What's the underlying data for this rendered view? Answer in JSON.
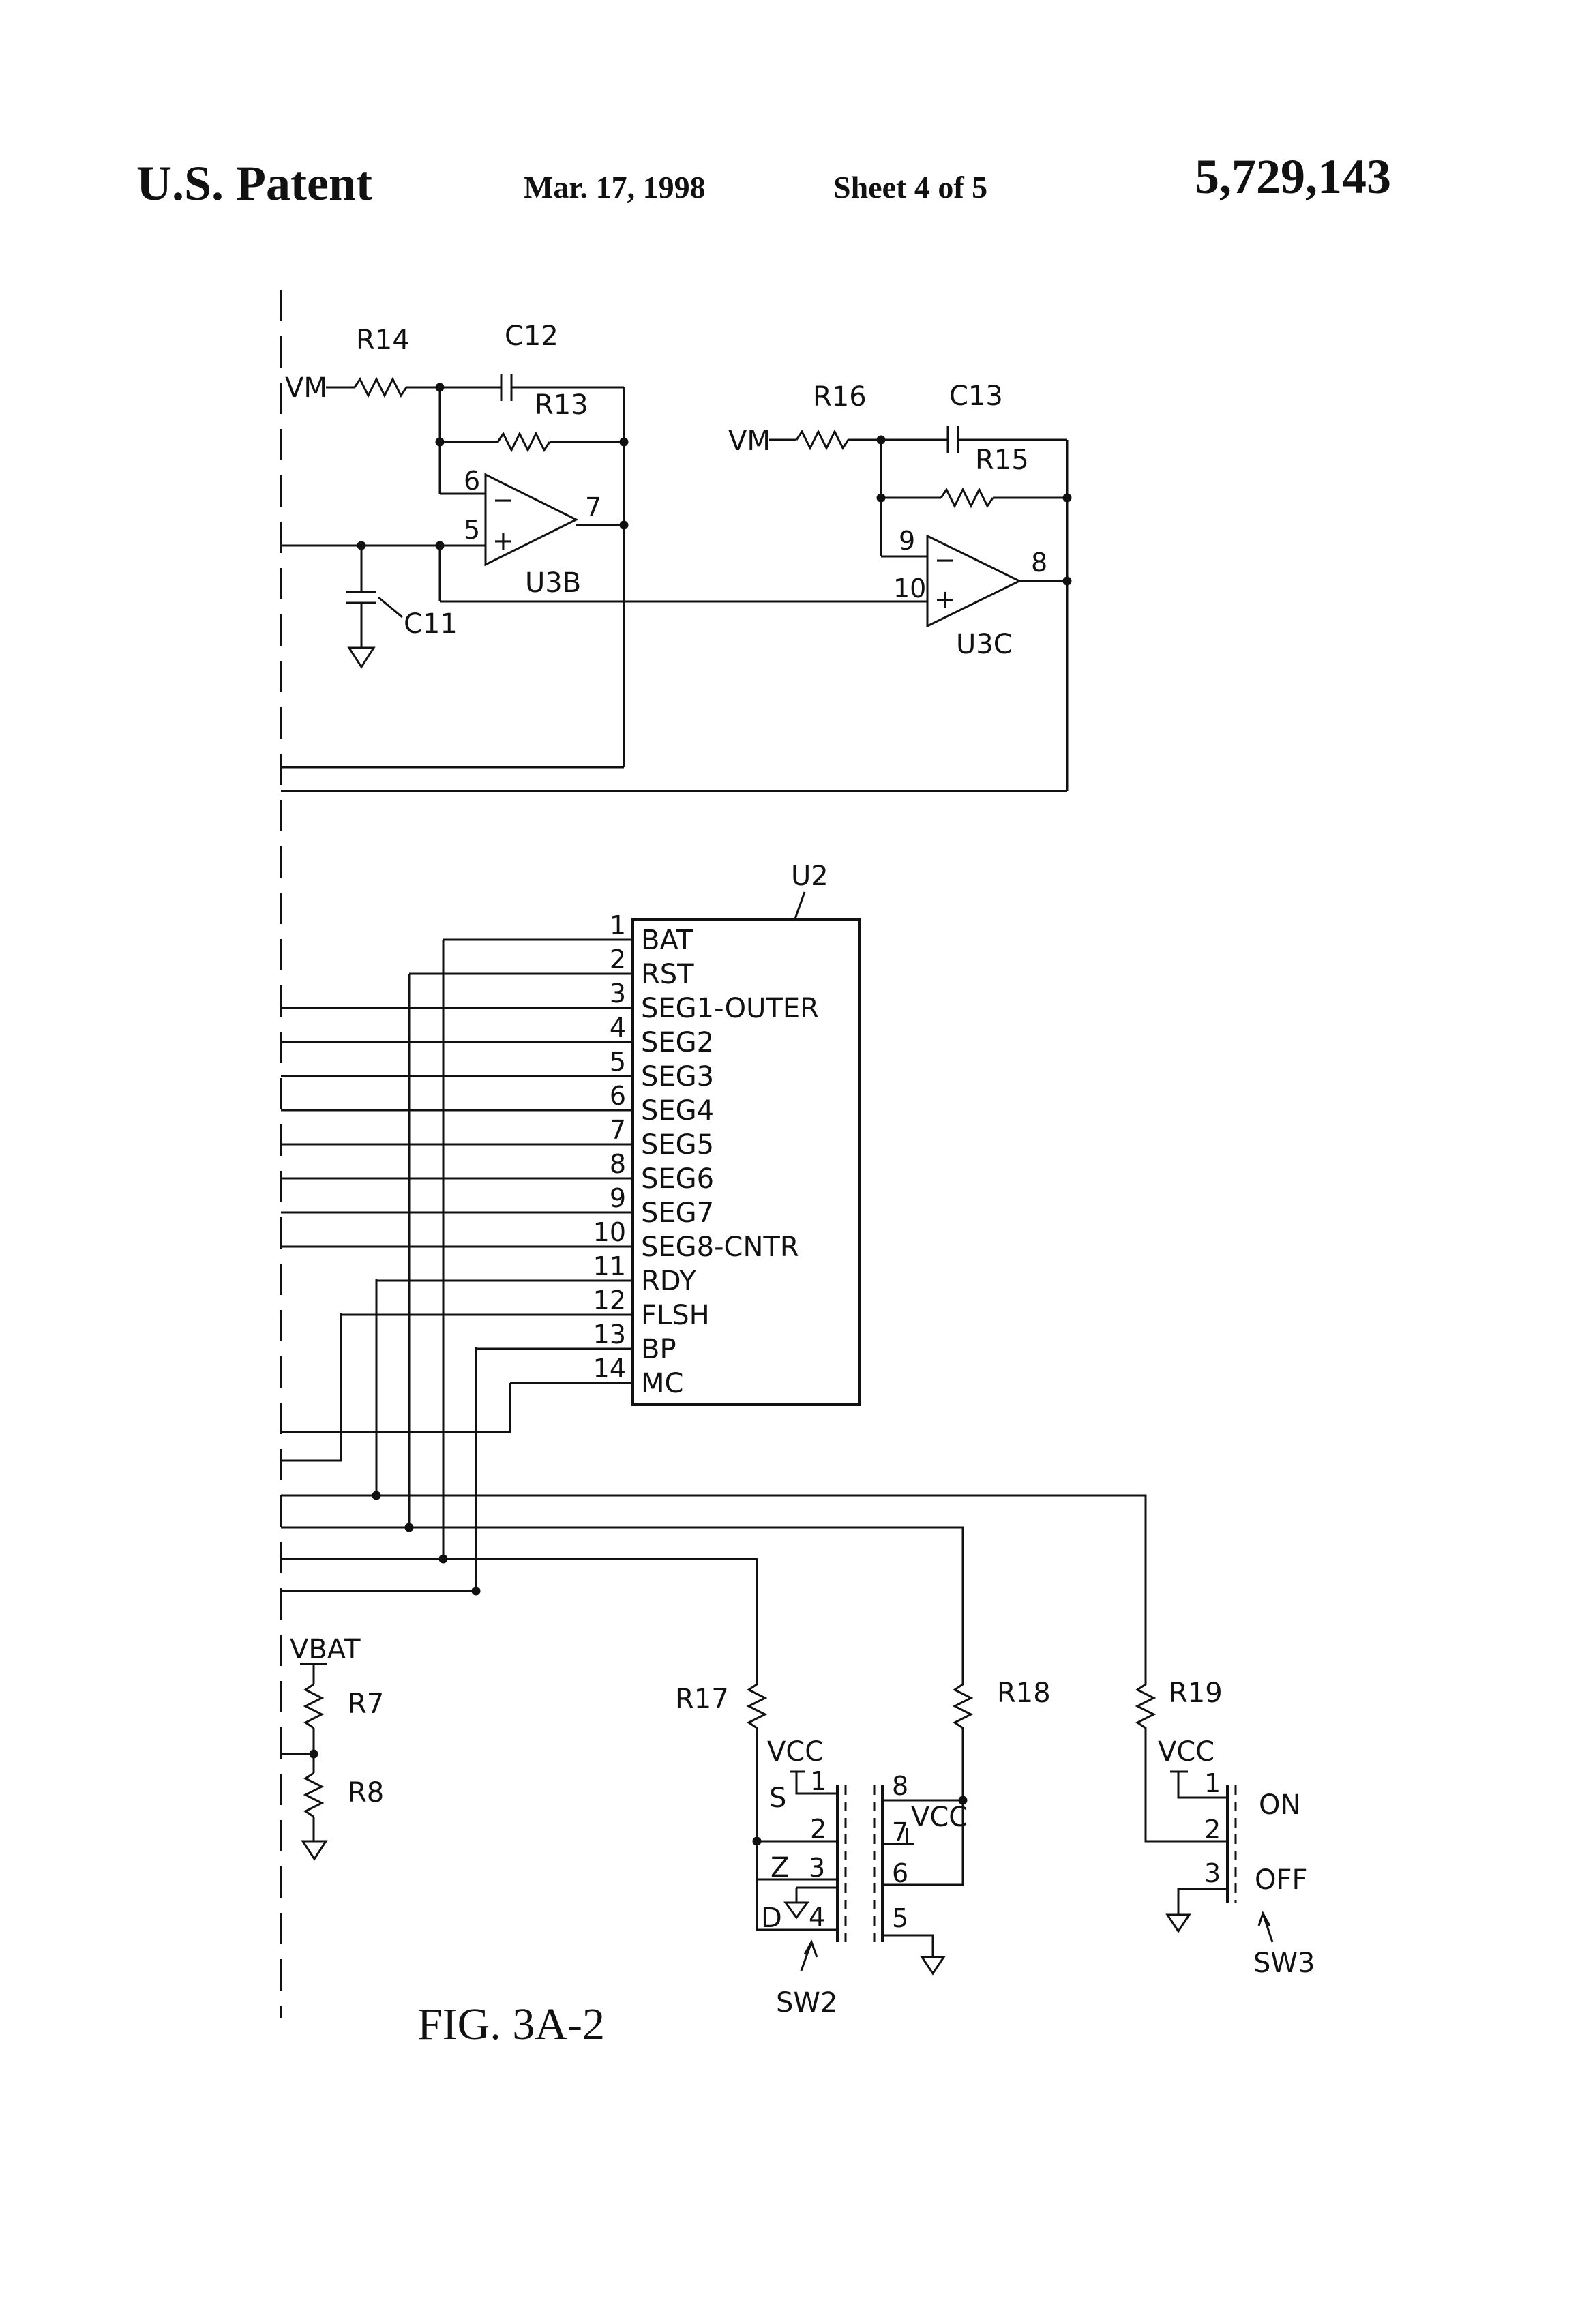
{
  "header": {
    "title": "U.S. Patent",
    "date": "Mar. 17, 1998",
    "sheet": "Sheet 4 of 5",
    "patent_number": "5,729,143"
  },
  "figure": {
    "caption": "FIG. 3A-2"
  },
  "amp_u3b": {
    "ref": "U3B",
    "input_net": "VM",
    "r_in": "R14",
    "c_fb": "C12",
    "r_fb": "R13",
    "c_gnd": "C11",
    "pin_inv": "6",
    "pin_noninv": "5",
    "pin_out": "7",
    "minus": "−",
    "plus": "+"
  },
  "amp_u3c": {
    "ref": "U3C",
    "input_net": "VM",
    "r_in": "R16",
    "c_fb": "C13",
    "r_fb": "R15",
    "pin_inv": "9",
    "pin_noninv": "10",
    "pin_out": "8",
    "minus": "−",
    "plus": "+"
  },
  "u2": {
    "ref": "U2",
    "pins": [
      {
        "num": "1",
        "name": "BAT"
      },
      {
        "num": "2",
        "name": "RST"
      },
      {
        "num": "3",
        "name": "SEG1-OUTER"
      },
      {
        "num": "4",
        "name": "SEG2"
      },
      {
        "num": "5",
        "name": "SEG3"
      },
      {
        "num": "6",
        "name": "SEG4"
      },
      {
        "num": "7",
        "name": "SEG5"
      },
      {
        "num": "8",
        "name": "SEG6"
      },
      {
        "num": "9",
        "name": "SEG7"
      },
      {
        "num": "10",
        "name": "SEG8-CNTR"
      },
      {
        "num": "11",
        "name": "RDY"
      },
      {
        "num": "12",
        "name": "FLSH"
      },
      {
        "num": "13",
        "name": "BP"
      },
      {
        "num": "14",
        "name": "MC"
      }
    ]
  },
  "divider": {
    "supply": "VBAT",
    "r_top": "R7",
    "r_bottom": "R8"
  },
  "sw2": {
    "ref": "SW2",
    "pullup": "R17",
    "vcc": "VCC",
    "labels": {
      "s": "S",
      "z": "Z",
      "d": "D"
    },
    "pins": [
      "1",
      "2",
      "3",
      "4"
    ]
  },
  "sw2b": {
    "pullup": "R18",
    "vcc": "VCC",
    "pins": [
      "8",
      "7",
      "6",
      "5"
    ]
  },
  "sw3": {
    "ref": "SW3",
    "pullup": "R19",
    "vcc": "VCC",
    "on": "ON",
    "off": "OFF",
    "pins": [
      "1",
      "2",
      "3"
    ]
  }
}
